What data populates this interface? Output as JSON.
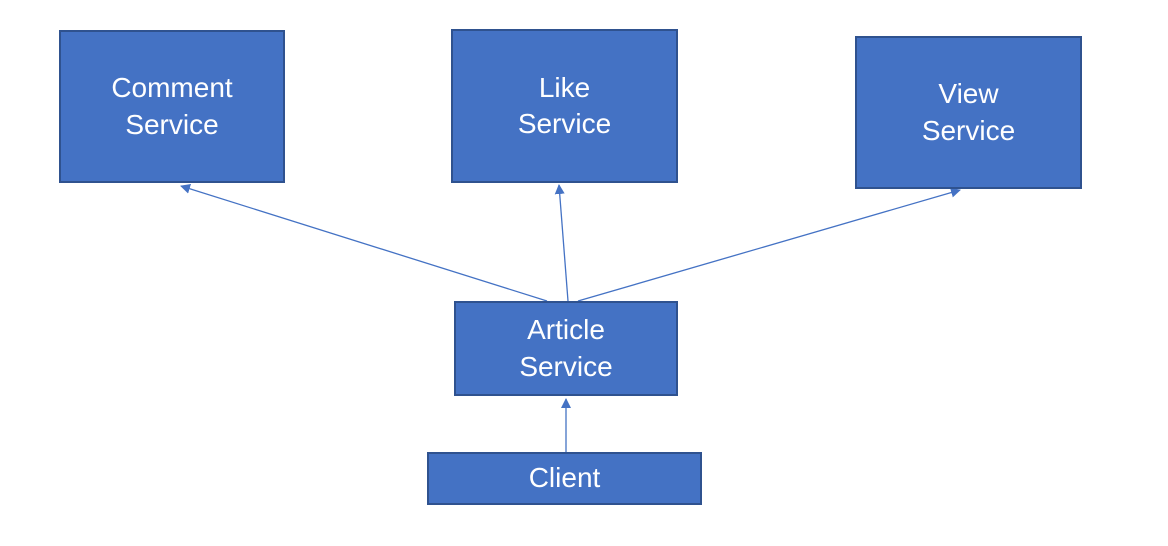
{
  "diagram": {
    "nodes": {
      "comment": {
        "label": "Comment Service",
        "lines": [
          "Comment",
          "Service"
        ]
      },
      "like": {
        "label": "Like Service",
        "lines": [
          "Like",
          "Service"
        ]
      },
      "view": {
        "label": "View Service",
        "lines": [
          "View",
          "Service"
        ]
      },
      "article": {
        "label": "Article Service",
        "lines": [
          "Article",
          "Service"
        ]
      },
      "client": {
        "label": "Client",
        "lines": [
          "Client"
        ]
      }
    },
    "edges": [
      {
        "from": "Article Service",
        "to": "Comment Service"
      },
      {
        "from": "Article Service",
        "to": "Like Service"
      },
      {
        "from": "Article Service",
        "to": "View Service"
      },
      {
        "from": "Client",
        "to": "Article Service"
      }
    ],
    "colors": {
      "node_fill": "#4472c4",
      "node_border": "#2f528f",
      "connector": "#4472c4",
      "node_text": "#ffffff",
      "background": "#ffffff"
    }
  }
}
